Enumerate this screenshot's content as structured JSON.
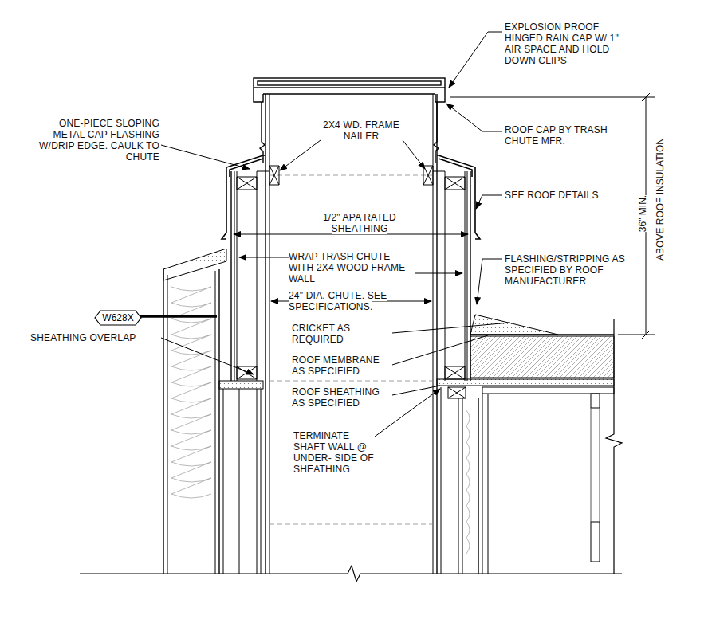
{
  "diagram": {
    "nodes": [
      {
        "text": [
          "W628X"
        ]
      }
    ],
    "labels": [
      "EXPLOSION PROOF HINGED RAIN CAP W/ 1\" AIR SPACE AND HOLD DOWN CLIPS",
      "ROOF CAP BY TRASH CHUTE MFR.",
      "ONE-PIECE SLOPING METAL CAP FLASHING W/DRIP EDGE. CAULK TO CHUTE",
      "2X4 WD. FRAME NAILER",
      "SEE ROOF DETAILS",
      "1/2\" APA RATED SHEATHING",
      "WRAP TRASH CHUTE WITH 2X4 WOOD FRAME WALL",
      "FLASHING/STRIPPING AS SPECIFIED BY ROOF MANUFACTURER",
      "24\" DIA. CHUTE. SEE SPECIFICATIONS.",
      "36\" MIN.",
      "ABOVE ROOF INSULATION",
      "SHEATHING OVERLAP",
      "CRICKET AS REQUIRED",
      "ROOF MEMBRANE AS SPECIFIED",
      "ROOF SHEATHING AS SPECIFIED",
      "TERMINATE SHAFT WALL @ UNDER- SIDE OF SHEATHING"
    ]
  }
}
